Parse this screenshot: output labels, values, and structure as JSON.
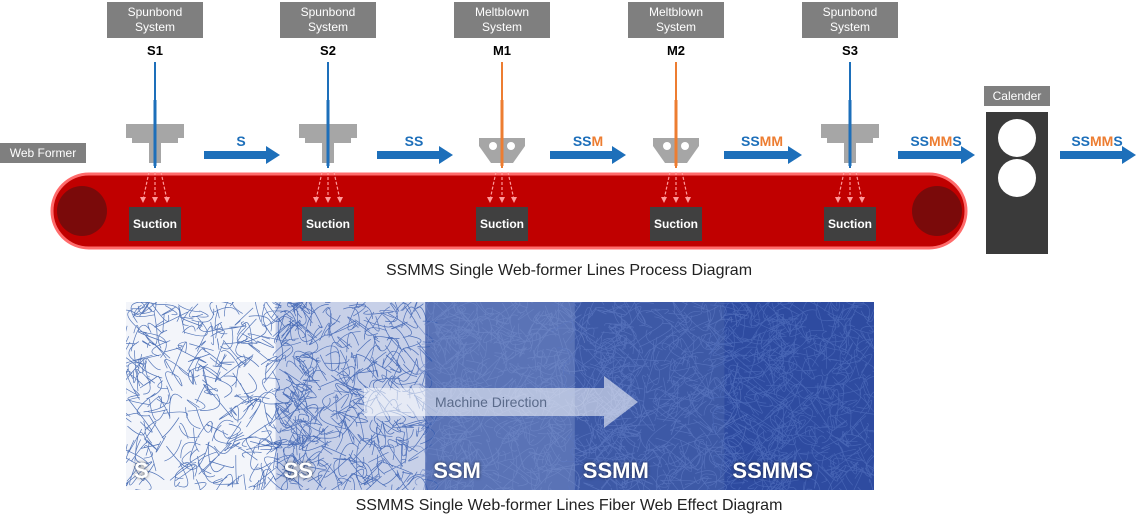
{
  "stations": [
    {
      "system": "Spunbond\nSystem",
      "code": "S1",
      "type": "spunbond"
    },
    {
      "system": "Spunbond\nSystem",
      "code": "S2",
      "type": "spunbond"
    },
    {
      "system": "Meltblown\nSystem",
      "code": "M1",
      "type": "meltblown"
    },
    {
      "system": "Meltblown\nSystem",
      "code": "M2",
      "type": "meltblown"
    },
    {
      "system": "Spunbond\nSystem",
      "code": "S3",
      "type": "spunbond"
    }
  ],
  "suction_label": "Suction",
  "web_former_label": "Web Former",
  "calender_label": "Calender",
  "flow_labels": [
    "S",
    "SS",
    "SSM",
    "SSMM",
    "SSMMS",
    "SSMMS"
  ],
  "process_caption": "SSMMS Single Web-former Lines Process Diagram",
  "fiber_samples": [
    "S",
    "SS",
    "SSM",
    "SSMM",
    "SSMMS"
  ],
  "machine_direction_label": "Machine Direction",
  "fiber_caption": "SSMMS Single Web-former Lines Fiber Web Effect Diagram",
  "colors": {
    "spunbond": "#1d6fba",
    "meltblown": "#ed7d31",
    "belt": "#c00000",
    "belt_outline": "#ff6b6b",
    "roller": "#7a0a0a",
    "label_gray": "#7f7f7f",
    "die_gray": "#a6a6a6",
    "suction_box": "#404040",
    "calender": "#3a3a3a",
    "arrow": "#1d6fba",
    "web_blue": "#2a4a9e"
  }
}
